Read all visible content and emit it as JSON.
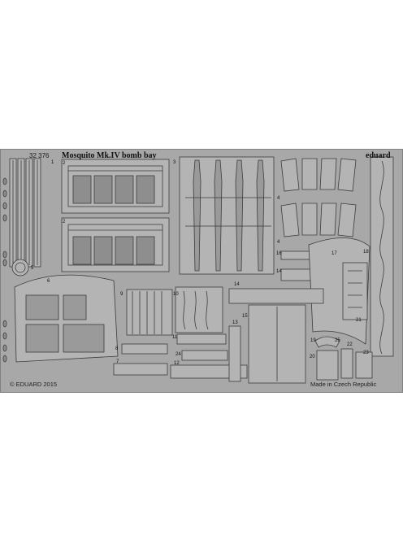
{
  "sheet": {
    "code": "32 376",
    "title": "Mosquito Mk.IV bomb bay",
    "brand": "eduard",
    "copyright": "© EDUARD 2015",
    "origin": "Made in Czech Republic"
  },
  "part_numbers": [
    "1",
    "2",
    "2",
    "3",
    "4",
    "4",
    "5",
    "6",
    "7",
    "8",
    "9",
    "10",
    "11",
    "12",
    "13",
    "14",
    "14",
    "15",
    "16",
    "17",
    "18",
    "19",
    "20",
    "21",
    "22",
    "23",
    "24",
    "25"
  ],
  "colors": {
    "fret": "#a8a8a8",
    "part": "#b4b4b4",
    "line": "#3c3c3c",
    "recess": "#8e8e8e",
    "background": "#ffffff"
  }
}
